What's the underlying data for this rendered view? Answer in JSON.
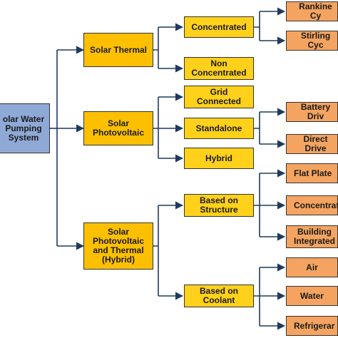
{
  "colors": {
    "root": "#8fa9d6",
    "level1": "#fcc000",
    "level2": "#ffd11a",
    "level3": "#f4a460",
    "connector": "#1f3a5f"
  },
  "root": {
    "label": "olar Water\nPumping\nSystem"
  },
  "level1": {
    "solar_thermal": "Solar Thermal",
    "solar_pv": "Solar\nPhotovoltaic",
    "hybrid": "Solar\nPhotovoltaic\nand Thermal\n(Hybrid)"
  },
  "level2": {
    "concentrated": "Concentrated",
    "non_concentrated": "Non\nConcentrated",
    "grid_connected": "Grid\nConnected",
    "standalone": "Standalone",
    "hybrid": "Hybrid",
    "based_on_structure": "Based on\nStructure",
    "based_on_coolant": "Based on\nCoolant"
  },
  "level3": {
    "rankine": "Rankine Cy",
    "stirling": "Stirling Cyc",
    "battery_drive": "Battery Driv",
    "direct_drive": "Direct Drive",
    "flat_plate": "Flat Plate",
    "concentrating": "Concentrati",
    "building_integrated": "Building\nIntegrated",
    "air": "Air",
    "water": "Water",
    "refrigerant": "Refrigerar"
  }
}
